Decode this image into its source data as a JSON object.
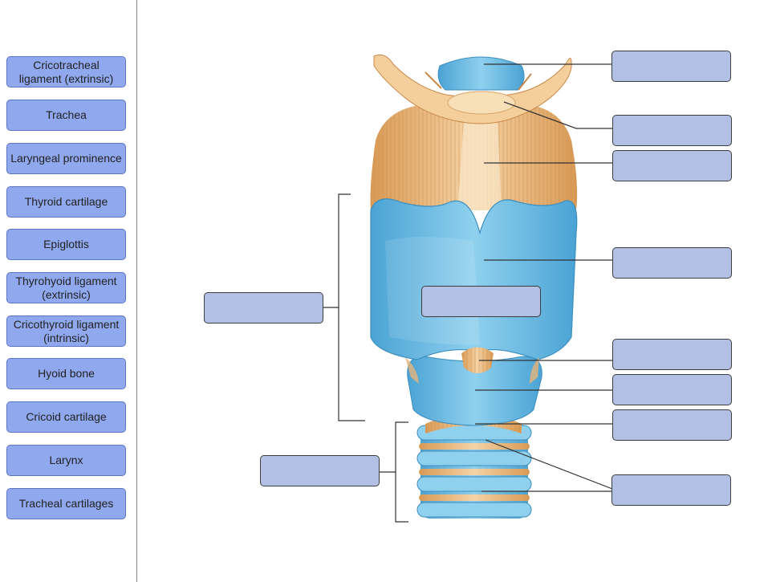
{
  "word_bank": [
    "Cricotracheal ligament (extrinsic)",
    "Trachea",
    "Laryngeal prominence",
    "Thyroid cartilage",
    "Epiglottis",
    "Thyrohyoid ligament (extrinsic)",
    "Cricothyroid ligament (intrinsic)",
    "Hyoid bone",
    "Cricoid cartilage",
    "Larynx",
    "Tracheal cartilages"
  ],
  "colors": {
    "label_chip": "#8fa8ee",
    "drop_zone": "#b3c0e6",
    "cartilage": "#7cc4e6",
    "ligament": "#e9b47a"
  },
  "icons": [
    "larynx-anatomy-illustration"
  ]
}
